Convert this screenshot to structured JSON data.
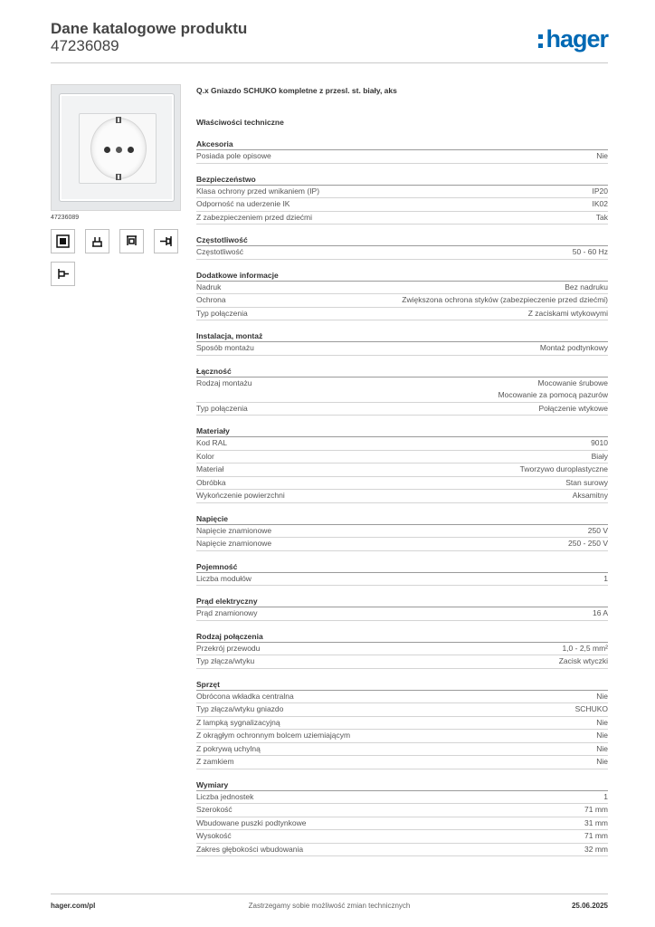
{
  "header": {
    "title": "Dane katalogowe produktu",
    "number": "47236089",
    "logo": "hager"
  },
  "left": {
    "image_label": "47236089",
    "icons": [
      "socket-front-icon",
      "wall-box-icon",
      "flush-mount-icon",
      "plug-connect-icon",
      "plug-terminal-icon"
    ]
  },
  "product_title": "Q.x Gniazdo SCHUKO kompletne z przesl. st. biały, aks",
  "props_title": "Właściwości techniczne",
  "sections": [
    {
      "title": "Akcesoria",
      "rows": [
        {
          "k": "Posiada pole opisowe",
          "v": "Nie"
        }
      ]
    },
    {
      "title": "Bezpieczeństwo",
      "rows": [
        {
          "k": "Klasa ochrony przed wnikaniem (IP)",
          "v": "IP20"
        },
        {
          "k": "Odporność na uderzenie IK",
          "v": "IK02"
        },
        {
          "k": "Z zabezpieczeniem przed dziećmi",
          "v": "Tak"
        }
      ]
    },
    {
      "title": "Częstotliwość",
      "rows": [
        {
          "k": "Częstotliwość",
          "v": "50 - 60 Hz"
        }
      ]
    },
    {
      "title": "Dodatkowe informacje",
      "rows": [
        {
          "k": "Nadruk",
          "v": "Bez nadruku"
        },
        {
          "k": "Ochrona",
          "v": "Zwiększona ochrona styków (zabezpieczenie przed dziećmi)"
        },
        {
          "k": "Typ połączenia",
          "v": "Z zaciskami wtykowymi"
        }
      ]
    },
    {
      "title": "Instalacja, montaż",
      "rows": [
        {
          "k": "Sposób montażu",
          "v": "Montaż podtynkowy"
        }
      ]
    },
    {
      "title": "Łączność",
      "rows": [
        {
          "k": "Rodzaj montażu",
          "v": "Mocowanie śrubowe",
          "v2": "Mocowanie za pomocą pazurów"
        },
        {
          "k": "Typ połączenia",
          "v": "Połączenie wtykowe"
        }
      ]
    },
    {
      "title": "Materiały",
      "rows": [
        {
          "k": "Kod RAL",
          "v": "9010"
        },
        {
          "k": "Kolor",
          "v": "Biały"
        },
        {
          "k": "Materiał",
          "v": "Tworzywo duroplastyczne"
        },
        {
          "k": "Obróbka",
          "v": "Stan surowy"
        },
        {
          "k": "Wykończenie powierzchni",
          "v": "Aksamitny"
        }
      ]
    },
    {
      "title": "Napięcie",
      "rows": [
        {
          "k": "Napięcie znamionowe",
          "v": "250 V"
        },
        {
          "k": "Napięcie znamionowe",
          "v": "250 - 250 V"
        }
      ]
    },
    {
      "title": "Pojemność",
      "rows": [
        {
          "k": "Liczba modułów",
          "v": "1"
        }
      ]
    },
    {
      "title": "Prąd elektryczny",
      "rows": [
        {
          "k": "Prąd znamionowy",
          "v": "16 A"
        }
      ]
    },
    {
      "title": "Rodzaj połączenia",
      "rows": [
        {
          "k": "Przekrój przewodu",
          "v": "1,0 - 2,5 mm²"
        },
        {
          "k": "Typ złącza/wtyku",
          "v": "Zacisk wtyczki"
        }
      ]
    },
    {
      "title": "Sprzęt",
      "rows": [
        {
          "k": "Obrócona wkładka centralna",
          "v": "Nie"
        },
        {
          "k": "Typ złącza/wtyku gniazdo",
          "v": "SCHUKO"
        },
        {
          "k": "Z lampką sygnalizacyjną",
          "v": "Nie"
        },
        {
          "k": "Z okrągłym ochronnym bolcem uziemiającym",
          "v": "Nie"
        },
        {
          "k": "Z pokrywą uchylną",
          "v": "Nie"
        },
        {
          "k": "Z zamkiem",
          "v": "Nie"
        }
      ]
    },
    {
      "title": "Wymiary",
      "rows": [
        {
          "k": "Liczba jednostek",
          "v": "1"
        },
        {
          "k": "Szerokość",
          "v": "71 mm"
        },
        {
          "k": "Wbudowane puszki podtynkowe",
          "v": "31 mm"
        },
        {
          "k": "Wysokość",
          "v": "71 mm"
        },
        {
          "k": "Zakres głębokości wbudowania",
          "v": "32 mm"
        }
      ]
    }
  ],
  "footer": {
    "left": "hager.com/pl",
    "center": "Zastrzegamy sobie możliwość zmian technicznych",
    "right": "25.06.2025"
  }
}
